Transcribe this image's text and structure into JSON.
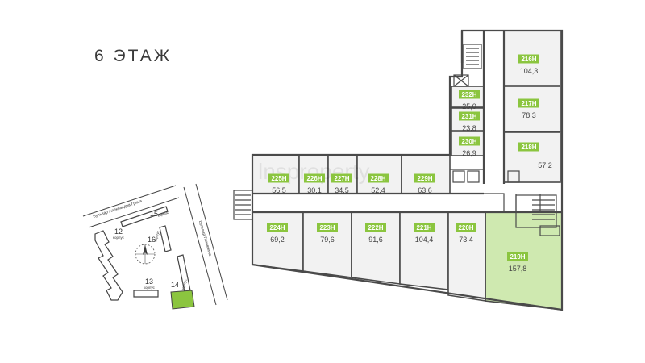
{
  "floor_title": "6 ЭТАЖ",
  "watermark": "lnsproperty",
  "accent_color": "#8bc53f",
  "selected_fill": "#cfe9b0",
  "units": [
    {
      "id": "216Н",
      "area": "104,3"
    },
    {
      "id": "232Н",
      "area": "25,0"
    },
    {
      "id": "217Н",
      "area": "78,3"
    },
    {
      "id": "231Н",
      "area": "23,8"
    },
    {
      "id": "230Н",
      "area": "26,9"
    },
    {
      "id": "218Н",
      "area": "57,2"
    },
    {
      "id": "225Н",
      "area": "56,5"
    },
    {
      "id": "226Н",
      "area": "30,1"
    },
    {
      "id": "227Н",
      "area": "34,5"
    },
    {
      "id": "228Н",
      "area": "52,4"
    },
    {
      "id": "229Н",
      "area": "63,6"
    },
    {
      "id": "224Н",
      "area": "69,2"
    },
    {
      "id": "223Н",
      "area": "79,6"
    },
    {
      "id": "222Н",
      "area": "91,6"
    },
    {
      "id": "221Н",
      "area": "104,4"
    },
    {
      "id": "220Н",
      "area": "73,4"
    },
    {
      "id": "219Н",
      "area": "157,8"
    }
  ],
  "site_map": {
    "street_1": "Бульвар Александра Грина",
    "street_2": "Бульвар Головнина",
    "buildings": [
      {
        "number": "15",
        "label": "корпус"
      },
      {
        "number": "12",
        "label": "корпус"
      },
      {
        "number": "16",
        "label": "корпус"
      },
      {
        "number": "13",
        "label": "корпус"
      },
      {
        "number": "14",
        "label": "корпус"
      }
    ]
  }
}
